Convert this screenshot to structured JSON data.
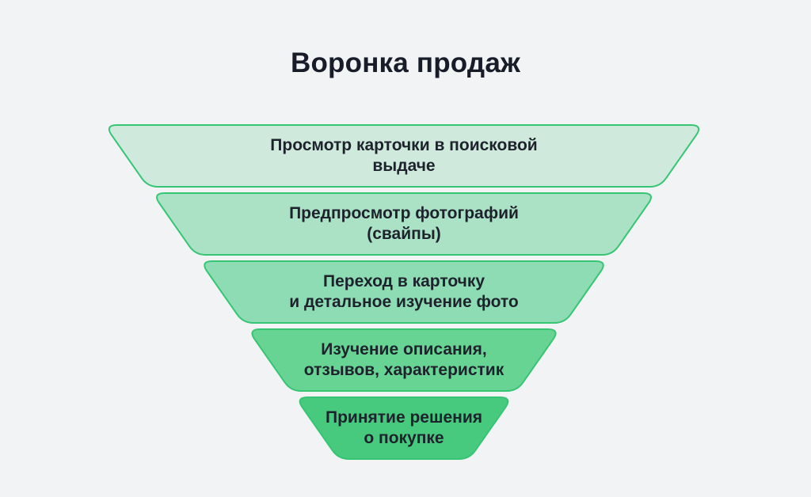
{
  "background": "#f2f3f5",
  "title": "Воронка продаж",
  "funnel": {
    "stroke_color": "#35c573",
    "text_color": "#1d222c",
    "title_color": "#171c28",
    "levels": [
      {
        "label": "Просмотр карточки в поисковой\nвыдаче",
        "fill": "#cfeadc"
      },
      {
        "label": "Предпросмотр фотографий\n(свайпы)",
        "fill": "#abe2c6"
      },
      {
        "label": "Переход в карточку\nи детальное изучение фото",
        "fill": "#8edcb4"
      },
      {
        "label": "Изучение описания,\nотзывов, характеристик",
        "fill": "#68d493"
      },
      {
        "label": "Принятие решения\nо покупке",
        "fill": "#47c97e"
      }
    ]
  }
}
